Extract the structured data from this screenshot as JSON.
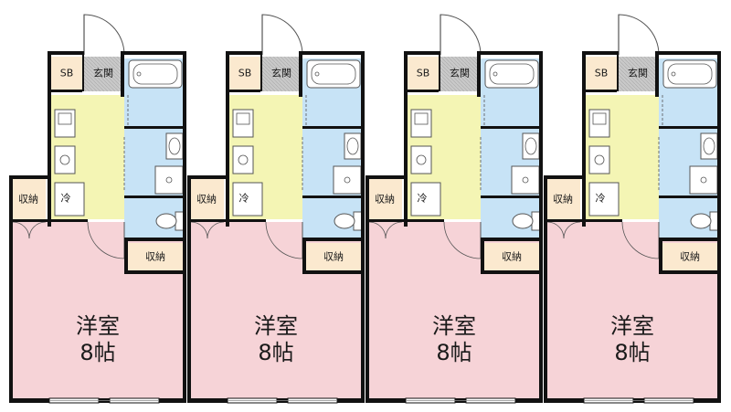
{
  "floorplan": {
    "unit_count": 4,
    "labels": {
      "shoe_box": "SB",
      "entrance": "玄関",
      "fridge": "冷",
      "storage": "収納",
      "room_name": "洋室",
      "room_size": "8帖"
    },
    "colors": {
      "wall": "#111111",
      "room": "#f6d3d7",
      "kitchen": "#f4f5b4",
      "wet_area": "#c7e3f6",
      "storage": "#fbe9cf",
      "entrance_floor": "#c9c9c9",
      "fixture": "#ffffff",
      "outline": "#555555"
    }
  }
}
